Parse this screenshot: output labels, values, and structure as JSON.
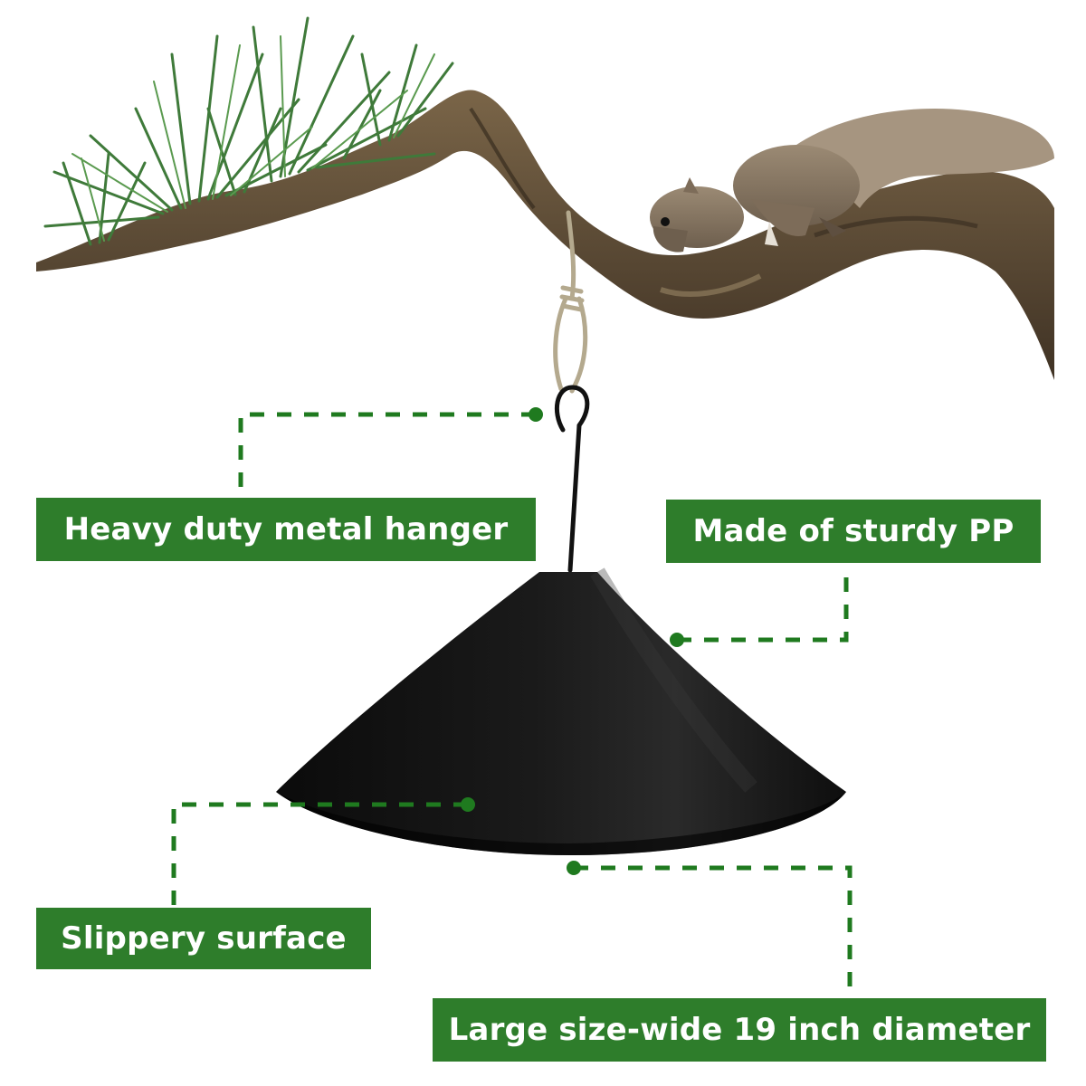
{
  "callouts": {
    "hanger": "Heavy duty metal hanger",
    "material": "Made of sturdy PP",
    "surface": "Slippery surface",
    "size": "Large size-wide 19 inch diameter"
  },
  "colors": {
    "label_background": "#2e7d2b",
    "label_text": "#ffffff",
    "leader_line": "#1f7a1f",
    "baffle": "#141414",
    "branch": "#5c4a32",
    "pine_needles": "#3f7a3a",
    "squirrel": "#8a7966"
  },
  "icons": [
    "pine-branch-illustration",
    "squirrel-illustration",
    "rope-illustration",
    "hook-icon",
    "baffle-cone-illustration"
  ]
}
